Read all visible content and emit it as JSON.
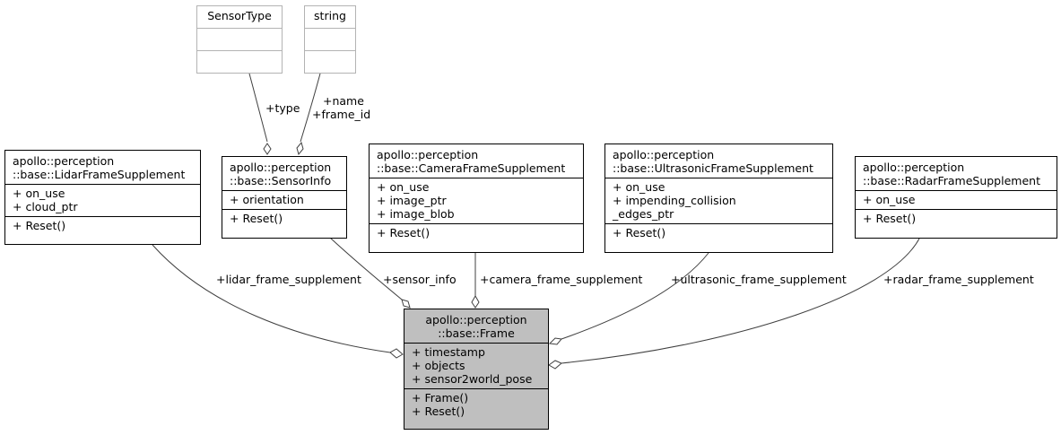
{
  "classes": {
    "sensor_type": {
      "name": "SensorType"
    },
    "string": {
      "name": "string"
    },
    "lidar": {
      "name_line1": "apollo::perception",
      "name_line2": "::base::LidarFrameSupplement",
      "attrs": [
        "+ on_use",
        "+ cloud_ptr"
      ],
      "methods": [
        "+ Reset()"
      ]
    },
    "sensor_info": {
      "name_line1": "apollo::perception",
      "name_line2": "::base::SensorInfo",
      "attrs": [
        "+ orientation"
      ],
      "methods": [
        "+ Reset()"
      ]
    },
    "camera": {
      "name_line1": "apollo::perception",
      "name_line2": "::base::CameraFrameSupplement",
      "attrs": [
        "+ on_use",
        "+ image_ptr",
        "+ image_blob"
      ],
      "methods": [
        "+ Reset()"
      ]
    },
    "ultrasonic": {
      "name_line1": "apollo::perception",
      "name_line2": "::base::UltrasonicFrameSupplement",
      "attrs": [
        "+ on_use",
        "+ impending_collision",
        "_edges_ptr"
      ],
      "methods": [
        "+ Reset()"
      ]
    },
    "radar": {
      "name_line1": "apollo::perception",
      "name_line2": "::base::RadarFrameSupplement",
      "attrs": [
        "+ on_use"
      ],
      "methods": [
        "+ Reset()"
      ]
    },
    "frame": {
      "name_line1": "apollo::perception",
      "name_line2": "::base::Frame",
      "attrs": [
        "+ timestamp",
        "+ objects",
        "+ sensor2world_pose"
      ],
      "methods": [
        "+ Frame()",
        "+ Reset()"
      ]
    }
  },
  "edge_labels": {
    "type": "+type",
    "name": "+name",
    "frame_id": "+frame_id",
    "lidar": "+lidar_frame_supplement",
    "sensor_info": "+sensor_info",
    "camera": "+camera_frame_supplement",
    "ultrasonic": "+ultrasonic_frame_supplement",
    "radar": "+radar_frame_supplement"
  },
  "colors": {
    "main_fill": "#bfbfbf",
    "external_border": "#b3b3b3",
    "edge": "#404040"
  }
}
